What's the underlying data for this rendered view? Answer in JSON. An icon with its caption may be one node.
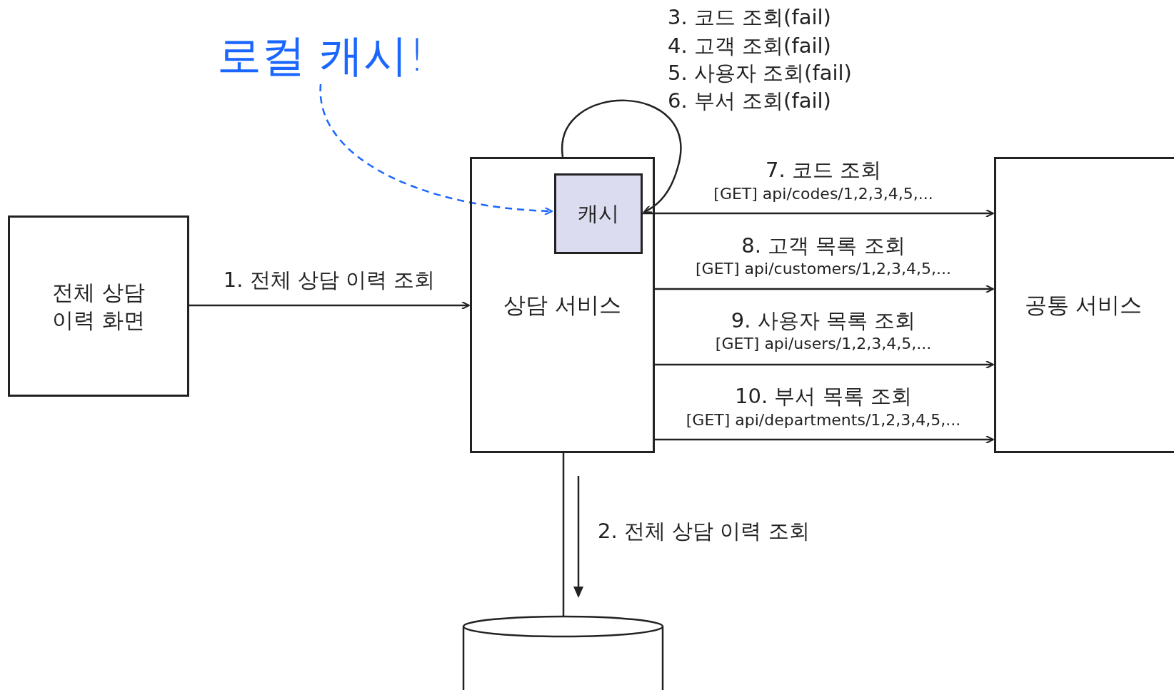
{
  "diagram": {
    "nodes": [
      {
        "text": [
          "전체 상담 이력 화면"
        ]
      },
      {
        "text": [
          "상담 서비스"
        ]
      },
      {
        "text": [
          "캐시"
        ],
        "in": 1
      },
      {
        "text": [
          "공통 서비스"
        ]
      },
      {
        "text": [],
        "shape": "cylinder"
      },
      {
        "text": [
          "로컬 캐시!"
        ]
      }
    ],
    "edges": [
      {
        "from": 0,
        "to": 1,
        "arrow": "to",
        "label": "1. 전체 상담 이력 조회"
      },
      {
        "from": 1,
        "to": 4,
        "arrow": "none"
      },
      {
        "from": 1,
        "to": 2,
        "arrow": "to"
      },
      {
        "from": 2,
        "to": 3,
        "arrow": "to",
        "label": "7. 코드 조회"
      },
      {
        "from": 1,
        "to": 3,
        "arrow": "to",
        "label": "8. 고객 목록 조회"
      },
      {
        "from": 1,
        "to": 3,
        "arrow": "to",
        "label": "9. 사용자 목록 조회"
      },
      {
        "from": 1,
        "to": 3,
        "arrow": "to",
        "label": "10. 부서 목록 조회"
      },
      {
        "from": 5,
        "to": 2,
        "arrow": "to",
        "style": "dashed",
        "color": "#1a66ff"
      }
    ],
    "labels": [
      "3. 코드 조회(fail)",
      "4. 고객 조회(fail)",
      "5. 사용자 조회(fail)",
      "6. 부서 조회(fail)",
      "[GET]  api/codes/1,2,3,4,5,...",
      "[GET] api/customers/1,2,3,4,5,...",
      "[GET] api/users/1,2,3,4,5,...",
      "[GET] api/departments/1,2,3,4,5,...",
      "2. 전체 상담 이력 조회"
    ]
  }
}
